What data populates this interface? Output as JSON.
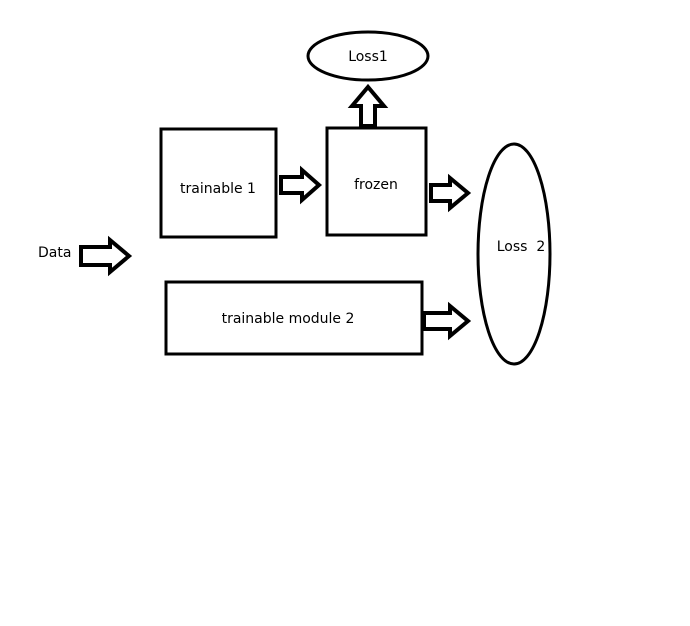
{
  "diagram": {
    "nodes": {
      "data": {
        "label": "Data"
      },
      "trainable1": {
        "label": "trainable 1"
      },
      "frozen": {
        "label": "frozen"
      },
      "trainable_module2": {
        "label": "trainable module 2"
      },
      "loss1": {
        "label": "Loss1"
      },
      "loss2": {
        "label": "Loss  2"
      }
    },
    "edges": [
      {
        "from": "data",
        "to": "trainable1"
      },
      {
        "from": "trainable1",
        "to": "frozen"
      },
      {
        "from": "frozen",
        "to": "loss1"
      },
      {
        "from": "frozen",
        "to": "loss2"
      },
      {
        "from": "trainable_module2",
        "to": "loss2"
      }
    ],
    "colors": {
      "stroke": "#000000",
      "background": "#ffffff"
    }
  }
}
